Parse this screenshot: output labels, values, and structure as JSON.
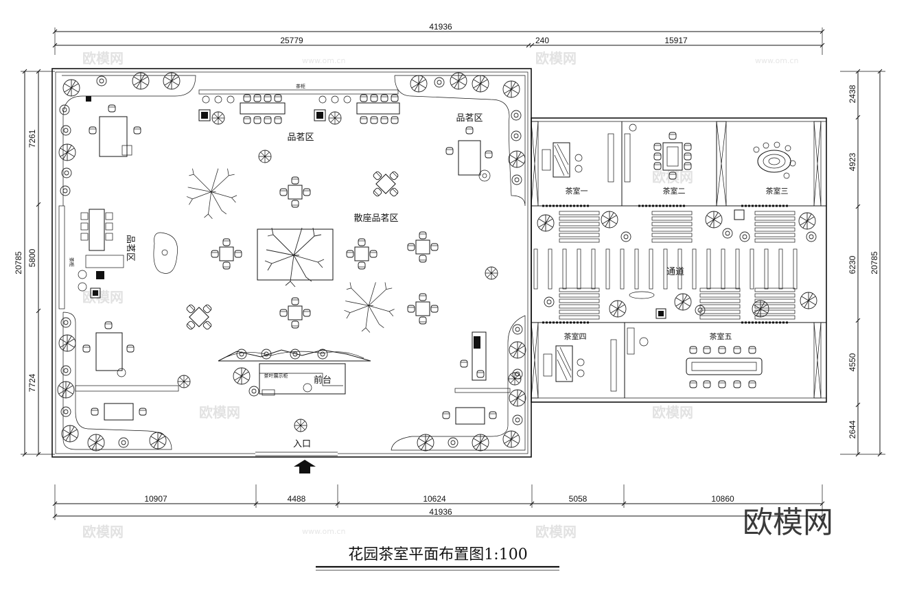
{
  "drawing": {
    "title": "花园茶室平面布置图1:100",
    "watermark": {
      "brand": "欧模网",
      "url": "www.om.cn"
    }
  },
  "dimensions": {
    "top_total": "41936",
    "top_left": "25779",
    "top_gap": "240",
    "top_right": "15917",
    "left_total": "20785",
    "left_segments": [
      "7261",
      "5800",
      "7724"
    ],
    "right_total": "20785",
    "right_segments": [
      "2438",
      "4923",
      "6230",
      "4550",
      "2644"
    ],
    "bottom_segments": [
      "10907",
      "4488",
      "10624",
      "5058",
      "10860"
    ],
    "bottom_total": "41936"
  },
  "labels": {
    "tea_counter": "茶柜",
    "tasting_top": "品茗区",
    "tasting_right": "品茗区",
    "tasting_left": "品茗区",
    "tea_cabinet_side": "茶柜",
    "scatter_seating": "散座品茗区",
    "reception": "前台",
    "display": "茶叶展示柜",
    "entrance": "入口",
    "corridor": "通道",
    "room1": "茶室一",
    "room2": "茶室二",
    "room3": "茶室三",
    "room4": "茶室四",
    "room5": "茶室五"
  }
}
